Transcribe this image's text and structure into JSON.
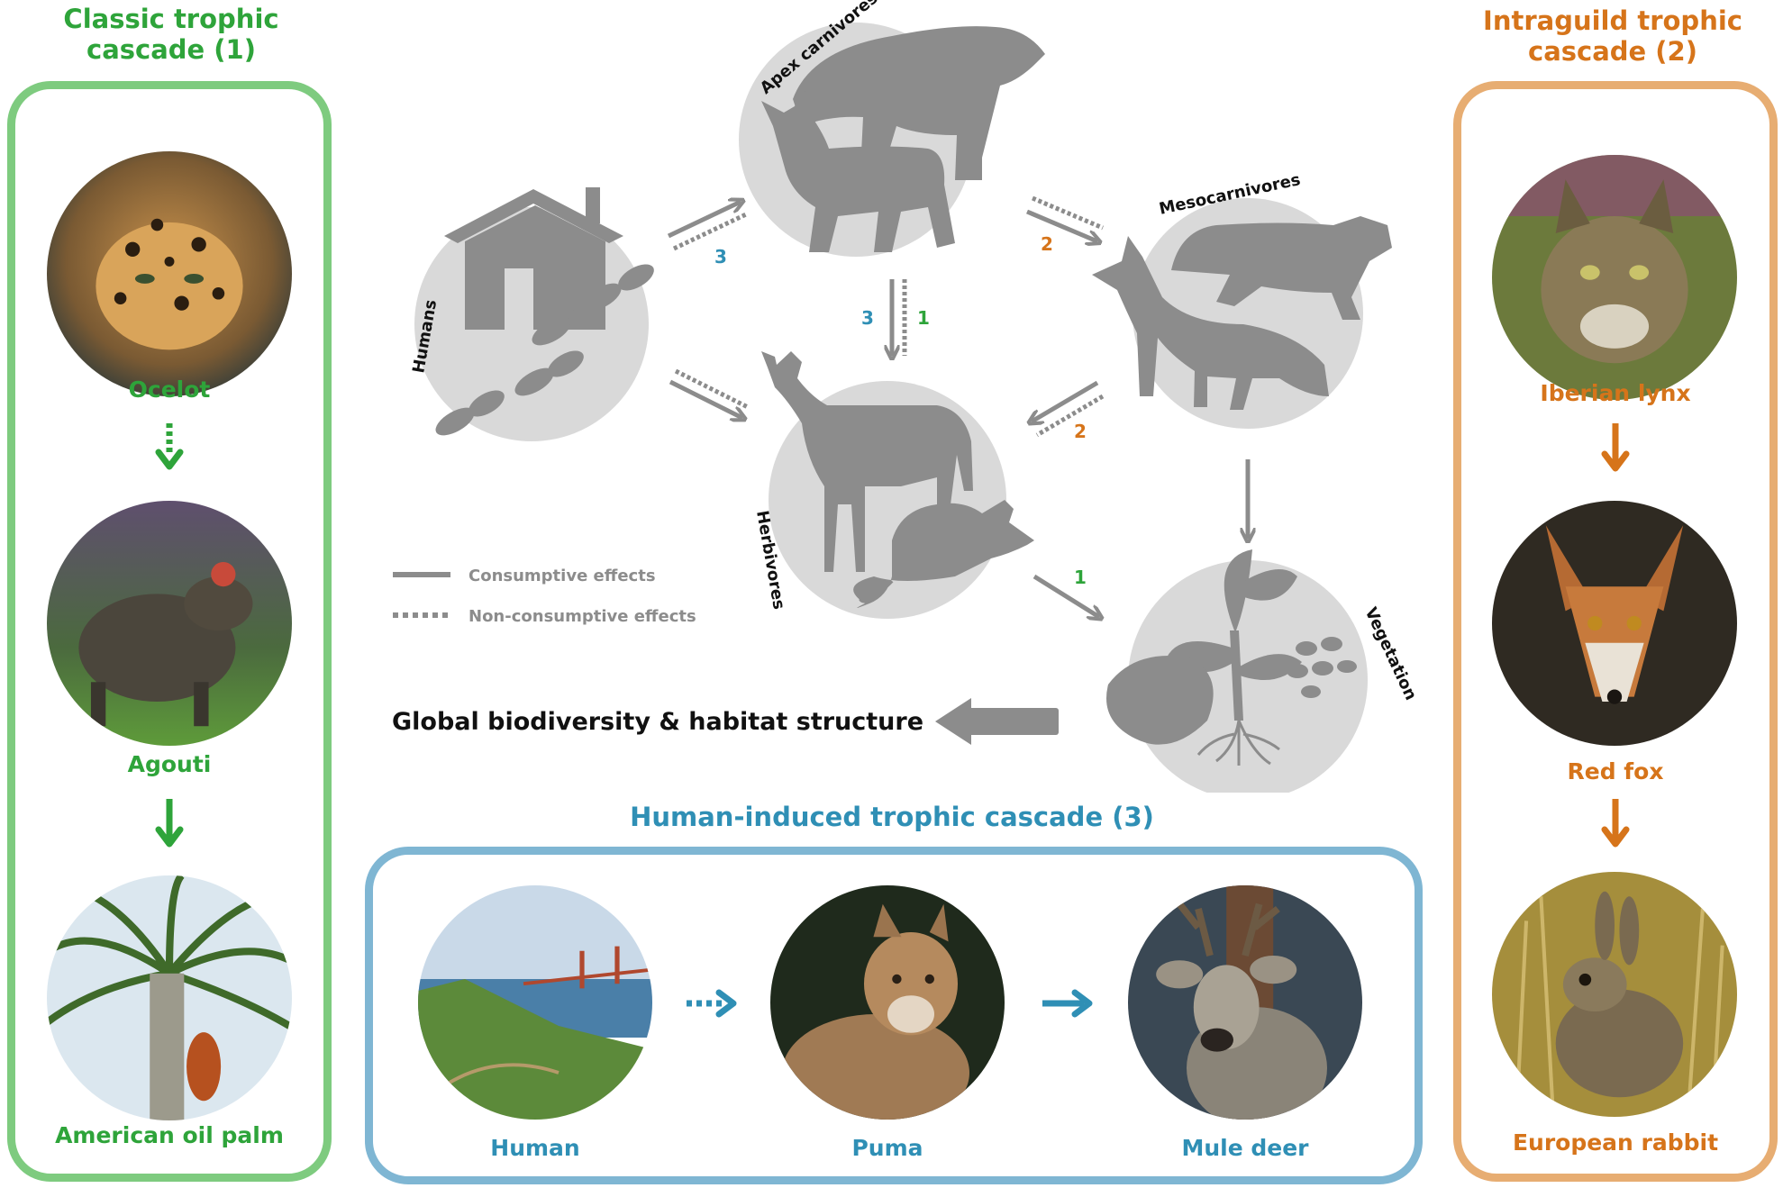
{
  "classic": {
    "title_line1": "Classic trophic",
    "title_line2": "cascade (1)",
    "species": [
      "Ocelot",
      "Agouti",
      "American oil palm"
    ],
    "color": "#2ea43a",
    "frame_color": "#7ecb7f"
  },
  "intraguild": {
    "title_line1": "Intraguild trophic",
    "title_line2": "cascade (2)",
    "species": [
      "Iberian lynx",
      "Red fox",
      "European rabbit"
    ],
    "color": "#d6741a",
    "frame_color": "#e7ad72"
  },
  "human_induced": {
    "title": "Human-induced trophic cascade (3)",
    "species": [
      "Human",
      "Puma",
      "Mule deer"
    ],
    "color": "#2f8fb5",
    "frame_color": "#7fb6d3"
  },
  "web": {
    "nodes": {
      "apex": "Apex carnivores",
      "meso": "Mesocarnivores",
      "humans": "Humans",
      "herbivores": "Herbivores",
      "vegetation": "Vegetation"
    },
    "arrow_numbers": {
      "humans_apex": "3",
      "apex_meso": "2",
      "apex_herb_a": "3",
      "apex_herb_b": "1",
      "meso_herb": "2",
      "herb_veg": "1"
    },
    "legend": {
      "consumptive": "Consumptive effects",
      "non_consumptive": "Non-consumptive effects"
    },
    "outcome": "Global biodiversity & habitat structure",
    "silhouette_color": "#8c8c8c",
    "circle_color": "#d9d9d9"
  }
}
